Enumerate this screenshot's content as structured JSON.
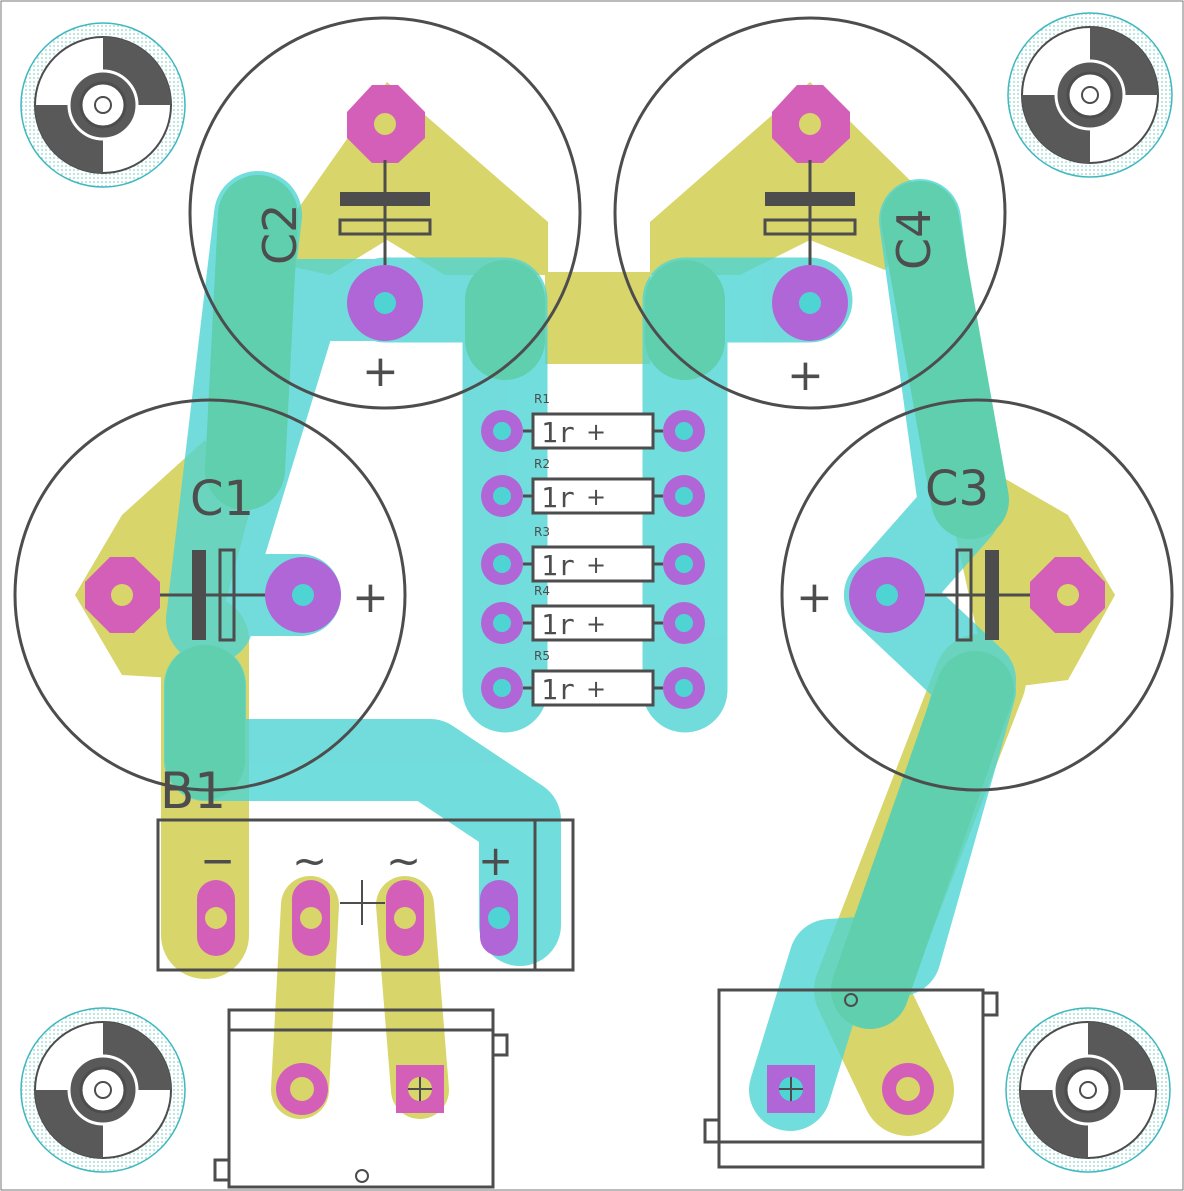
{
  "board": {
    "colors": {
      "background": "#ffffff",
      "top_copper": "#d8d56a",
      "bottom_copper": "#4fd4d4",
      "overlap_copper": "#5fcfae",
      "pad_smd": "#d45fb8",
      "pad_th": "#b066d6",
      "silkscreen": "#4d4d4d",
      "hole": "#9ad8d0"
    },
    "capacitors": [
      {
        "ref": "C1",
        "polarity": "+"
      },
      {
        "ref": "C2",
        "polarity": "+"
      },
      {
        "ref": "C3",
        "polarity": "+"
      },
      {
        "ref": "C4",
        "polarity": "+"
      }
    ],
    "resistors": [
      {
        "ref": "R1",
        "value": "1r",
        "polarity": "+"
      },
      {
        "ref": "R2",
        "value": "1r",
        "polarity": "+"
      },
      {
        "ref": "R3",
        "value": "1r",
        "polarity": "+"
      },
      {
        "ref": "R4",
        "value": "1r",
        "polarity": "+"
      },
      {
        "ref": "R5",
        "value": "1r",
        "polarity": "+"
      }
    ],
    "bridge": {
      "ref": "B1",
      "pin_minus": "−",
      "pin_ac1": "~",
      "pin_ac2": "~",
      "pin_plus": "+"
    },
    "icons": [
      "mounting-hole-icon",
      "connector-icon"
    ]
  }
}
